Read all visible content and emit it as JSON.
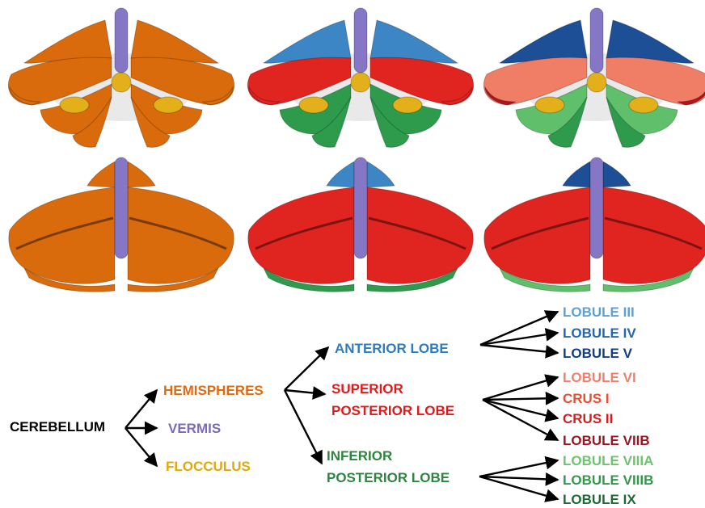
{
  "colors": {
    "orange": "#d96b0c",
    "orange_dark": "#8a3d00",
    "vermis": "#8577c6",
    "flocculus": "#e3b01b",
    "anterior": "#3d86c6",
    "superior": "#e02420",
    "inferior": "#2e9a4c",
    "salmon": "#f07d66",
    "dark_red": "#b3141c",
    "light_green": "#5fbf6a",
    "dark_blue": "#1c4f95"
  },
  "tree": {
    "root": "CEREBELLUM",
    "level1": [
      {
        "label": "HEMISPHERES",
        "color": "#e06a10"
      },
      {
        "label": "VERMIS",
        "color": "#7b6bb8"
      },
      {
        "label": "FLOCCULUS",
        "color": "#e0a80a"
      }
    ],
    "lobes": {
      "anterior": {
        "lines": [
          "ANTERIOR LOBE"
        ],
        "color": "#2e7bbf"
      },
      "superior": {
        "lines": [
          "SUPERIOR",
          "POSTERIOR LOBE"
        ],
        "color": "#e01a1a"
      },
      "inferior": {
        "lines": [
          "INFERIOR",
          "POSTERIOR LOBE"
        ],
        "color": "#2e8540"
      }
    },
    "lobules": [
      {
        "label": "LOBULE III",
        "color": "#5ba0d8"
      },
      {
        "label": "LOBULE IV",
        "color": "#2366b5"
      },
      {
        "label": "LOBULE V",
        "color": "#123e86"
      },
      {
        "label": "LOBULE VI",
        "color": "#f0806a"
      },
      {
        "label": "CRUS I",
        "color": "#f04a30"
      },
      {
        "label": "CRUS II",
        "color": "#d81c1c"
      },
      {
        "label": "LOBULE VIIB",
        "color": "#9c1420"
      },
      {
        "label": "LOBULE VIIIA",
        "color": "#6cc46c"
      },
      {
        "label": "LOBULE VIIIB",
        "color": "#2f9a48"
      },
      {
        "label": "LOBULE IX",
        "color": "#1d6a36"
      }
    ]
  }
}
